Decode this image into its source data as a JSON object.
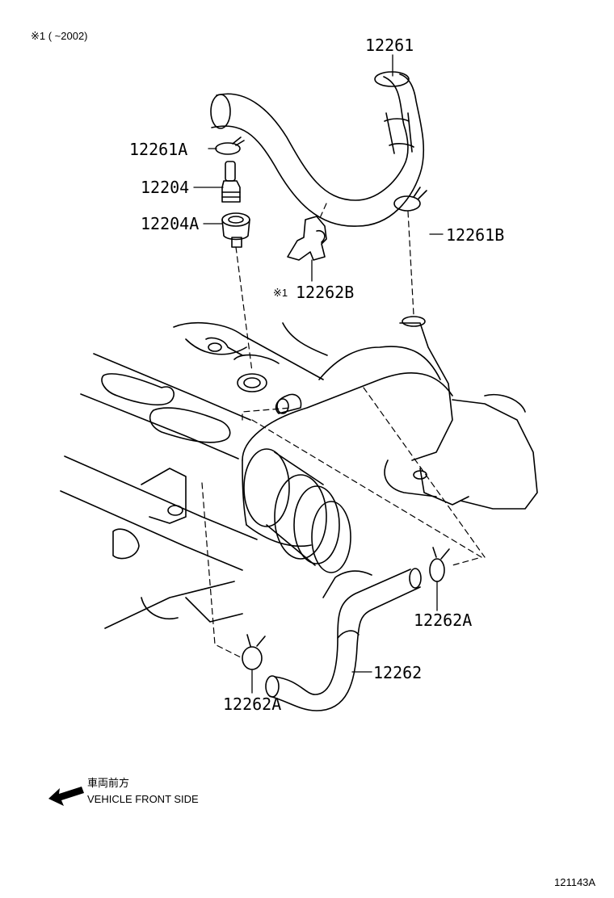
{
  "header_note": "※1 (      ~2002)",
  "diagram_id": "121143A",
  "legend": {
    "jp": "車両前方",
    "en": "VEHICLE FRONT SIDE",
    "arrow_icon": "left-arrow-icon"
  },
  "parts": {
    "hose_upper": "12261",
    "clamp_a": "12261A",
    "pcv_valve": "12204",
    "grommet": "12204A",
    "clamp_b": "12261B",
    "bracket_prefix": "※1",
    "bracket": "12262B",
    "clamp_right": "12262A",
    "hose_lower": "12262",
    "clamp_left": "12262A"
  },
  "colors": {
    "line": "#000000",
    "background": "#ffffff"
  }
}
